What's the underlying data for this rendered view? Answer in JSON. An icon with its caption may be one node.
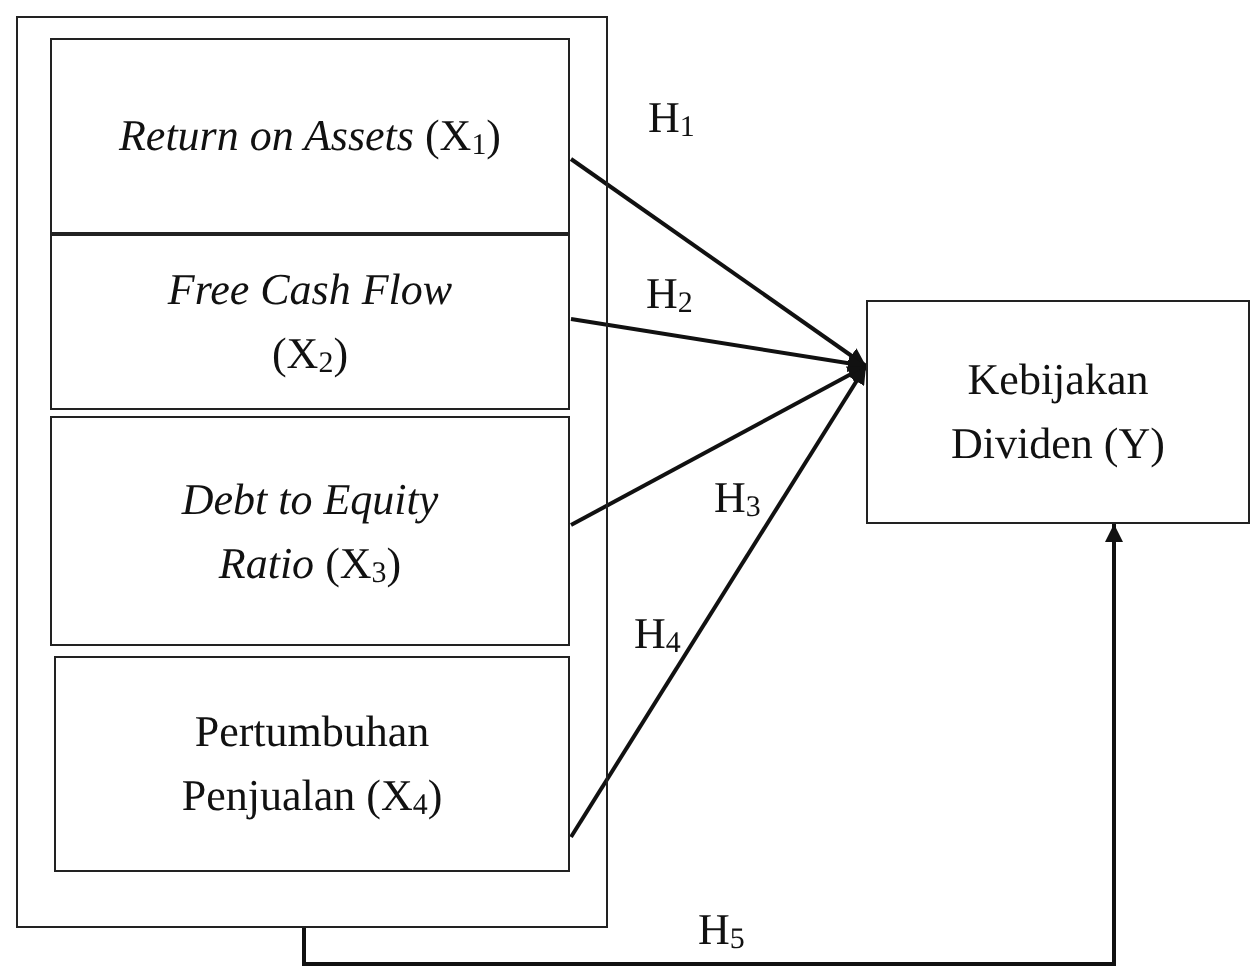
{
  "diagram": {
    "nodes": [
      {
        "text": [],
        "shape": "box"
      },
      {
        "text": [
          "*Return on Assets* (X$_{1}$)"
        ],
        "in": 0
      },
      {
        "text": [
          "*Free Cash Flow* (X$_{2}$)"
        ],
        "in": 0
      },
      {
        "text": [
          "*Debt to Equity Ratio* (X$_{3}$)"
        ],
        "in": 0
      },
      {
        "text": [
          "Pertumbuhan Penjualan (X$_{4}$)"
        ],
        "in": 0
      },
      {
        "text": [
          "Kebijakan Dividen (Y)"
        ]
      }
    ],
    "edges": [
      {
        "from": 1,
        "to": 5,
        "arrow": "to",
        "label": "H$_{1}$"
      },
      {
        "from": 2,
        "to": 5,
        "arrow": "to",
        "label": "H$_{2}$"
      },
      {
        "from": 3,
        "to": 5,
        "arrow": "to",
        "label": "H$_{3}$"
      },
      {
        "from": 4,
        "to": 5,
        "arrow": "to",
        "label": "H$_{4}$"
      },
      {
        "from": 0,
        "to": 5,
        "arrow": "to",
        "label": "H$_{5}$"
      }
    ]
  }
}
